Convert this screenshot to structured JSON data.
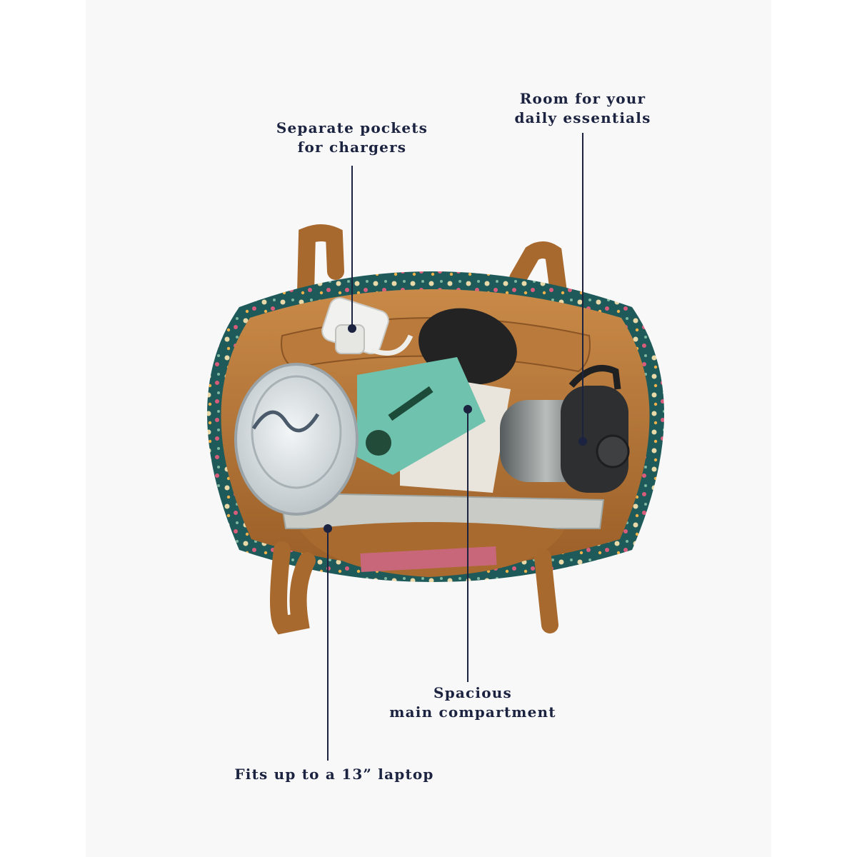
{
  "callouts": {
    "chargers": {
      "line1": "Separate pockets",
      "line2": "for chargers"
    },
    "essentials": {
      "line1": "Room for your",
      "line2": "daily essentials"
    },
    "compartment": {
      "line1": "Spacious",
      "line2": "main compartment"
    },
    "laptop": {
      "line1": "Fits up to a 13” laptop"
    }
  },
  "colors": {
    "background": "#f8f8f8",
    "text": "#1b2340",
    "leather": "#a8692e",
    "lining": "#b87838",
    "print": "#1f5a5a"
  }
}
